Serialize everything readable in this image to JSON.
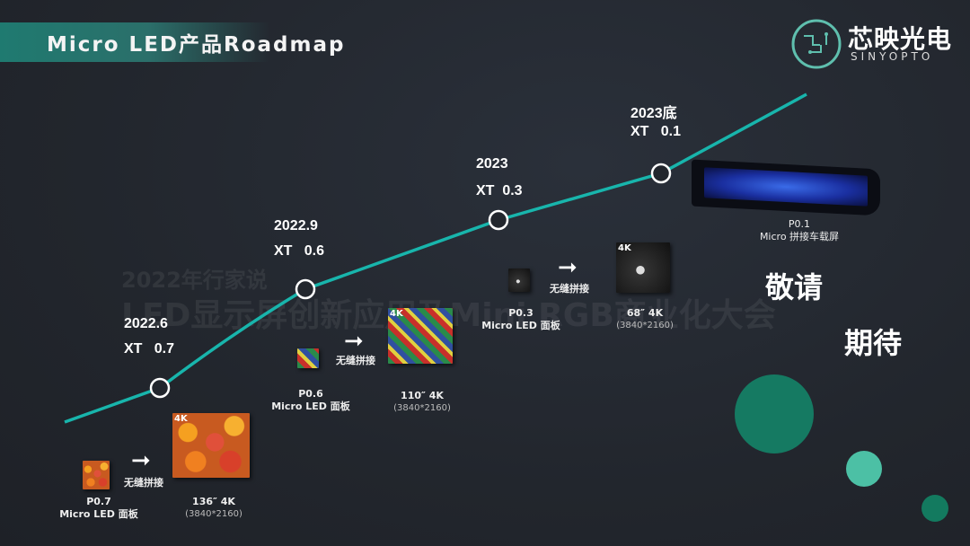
{
  "header": {
    "title": "Micro  LED产品Roadmap",
    "logo_cn": "芯映光电",
    "logo_en": "SINYOPTO"
  },
  "watermark": {
    "line1": "2022年行家说",
    "line2": "LED显示屏创新应用及Mini RGB商业化大会"
  },
  "milestones": [
    {
      "date": "2022.6",
      "xt": "XT   0.7"
    },
    {
      "date": "2022.9",
      "xt": "XT   0.6"
    },
    {
      "date": "2023",
      "xt": "XT  0.3"
    },
    {
      "date": "2023底",
      "xt": "XT   0.1"
    }
  ],
  "products": [
    {
      "pitch": "P0.7",
      "name": "Micro LED 面板",
      "seam": "无缝拼接",
      "size": "136″ 4K",
      "res": "(3840*2160)",
      "badge": "4K"
    },
    {
      "pitch": "P0.6",
      "name": "Micro LED 面板",
      "seam": "无缝拼接",
      "size": "110″ 4K",
      "res": "(3840*2160)",
      "badge": "4K"
    },
    {
      "pitch": "P0.3",
      "name": "Micro LED 面板",
      "seam": "无缝拼接",
      "size": "68″ 4K",
      "res": "(3840*2160)",
      "badge": "4K"
    },
    {
      "pitch": "P0.1",
      "name": "Micro 拼接车载屏"
    }
  ],
  "teaser": {
    "line1": "敬请",
    "line2": "期待"
  },
  "colors": {
    "accent": "#18b5ac",
    "title_bar": "#1f7a70",
    "circle_dark": "#157a62",
    "circle_light": "#4cc0a5"
  }
}
